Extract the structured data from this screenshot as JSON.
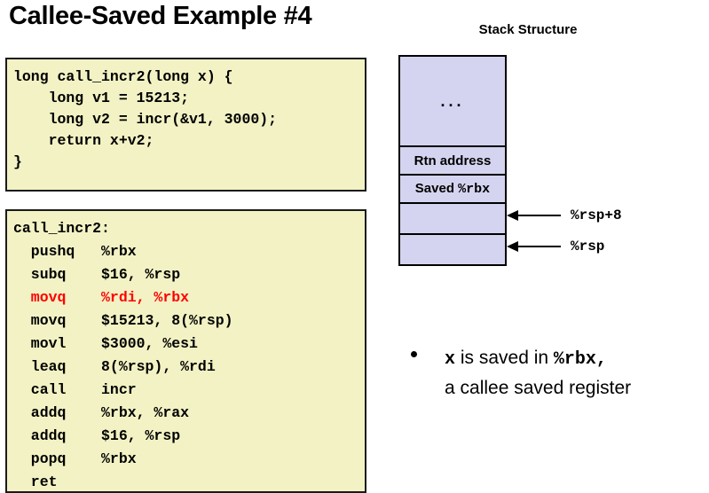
{
  "slide": {
    "title": "Callee-Saved Example #4"
  },
  "c_code": {
    "lines": [
      "long call_incr2(long x) {",
      "    long v1 = 15213;",
      "    long v2 = incr(&v1, 3000);",
      "    return x+v2;",
      "}"
    ]
  },
  "asm_code": {
    "highlight_color": "#FF0000",
    "lines": [
      {
        "text": "call_incr2:",
        "highlighted": false
      },
      {
        "text": "  pushq   %rbx",
        "highlighted": false
      },
      {
        "text": "  subq    $16, %rsp",
        "highlighted": false
      },
      {
        "text": "  movq    %rdi, %rbx",
        "highlighted": true
      },
      {
        "text": "  movq    $15213, 8(%rsp)",
        "highlighted": false
      },
      {
        "text": "  movl    $3000, %esi",
        "highlighted": false
      },
      {
        "text": "  leaq    8(%rsp), %rdi",
        "highlighted": false
      },
      {
        "text": "  call    incr",
        "highlighted": false
      },
      {
        "text": "  addq    %rbx, %rax",
        "highlighted": false
      },
      {
        "text": "  addq    $16, %rsp",
        "highlighted": false
      },
      {
        "text": "  popq    %rbx",
        "highlighted": false
      },
      {
        "text": "  ret",
        "highlighted": false
      }
    ]
  },
  "stack": {
    "heading": "Stack Structure",
    "cell_color": "#D4D4F0",
    "cells": [
      {
        "label": "...",
        "mono_suffix": "",
        "kind": "tall"
      },
      {
        "label": "Rtn address",
        "mono_suffix": "",
        "kind": "normal"
      },
      {
        "label": "Saved ",
        "mono_suffix": "%rbx",
        "kind": "normal"
      },
      {
        "label": "",
        "mono_suffix": "",
        "kind": "empty"
      },
      {
        "label": "",
        "mono_suffix": "",
        "kind": "empty"
      }
    ],
    "pointers": [
      {
        "label": "%rsp+8"
      },
      {
        "label": "%rsp"
      }
    ]
  },
  "note": {
    "bullet_glyph": "•",
    "line1_mono_start": "x",
    "line1_mid": " is saved in ",
    "line1_mono_end": "%rbx,",
    "line2": "a callee saved register"
  }
}
